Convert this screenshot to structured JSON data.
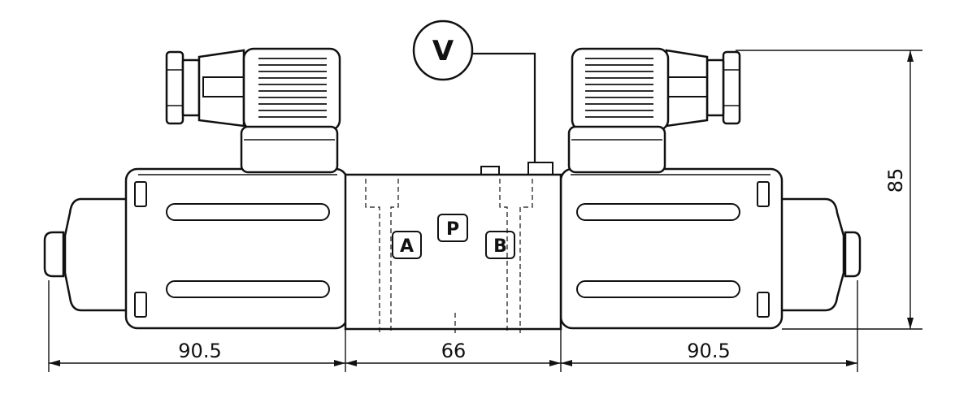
{
  "voltmeter": {
    "label": "V"
  },
  "ports": {
    "a": "A",
    "p": "P",
    "b": "B"
  },
  "dimensions": {
    "left_solenoid": "90.5",
    "valve_body": "66",
    "right_solenoid": "90.5",
    "height": "85"
  },
  "colors": {
    "line": "#111111",
    "background": "#ffffff"
  }
}
